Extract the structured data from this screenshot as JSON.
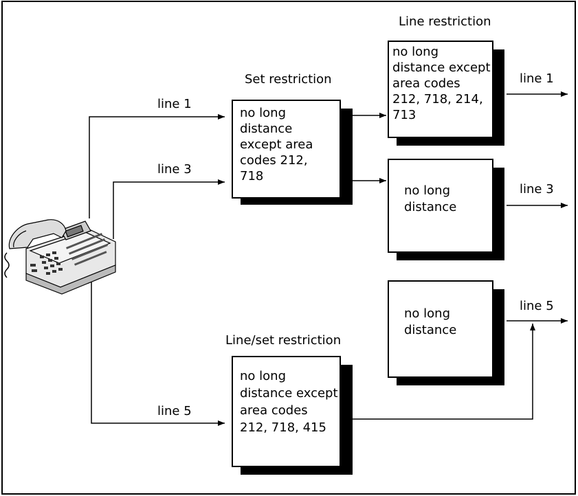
{
  "diagram": {
    "phone": {
      "icon": "desk-telephone-icon"
    },
    "inputs": {
      "line1": "line 1",
      "line3": "line 3",
      "line5": "line 5"
    },
    "set_restriction": {
      "title": "Set restriction",
      "lines": [
        "no long",
        "distance",
        "except area",
        "codes 212,",
        "718"
      ]
    },
    "line_restriction": {
      "title": "Line restriction",
      "lines": [
        "no long",
        "distance except",
        "area codes",
        "212, 718, 214,",
        "713"
      ]
    },
    "line3_box": {
      "lines": [
        "no long",
        "distance"
      ]
    },
    "line5_box": {
      "lines": [
        "no long",
        "distance"
      ]
    },
    "line_set_restriction": {
      "title": "Line/set restriction",
      "lines": [
        "no long",
        "distance except",
        "area codes",
        "212, 718, 415"
      ]
    },
    "outputs": {
      "line1": "line 1",
      "line3": "line 3",
      "line5": "line 5"
    }
  }
}
